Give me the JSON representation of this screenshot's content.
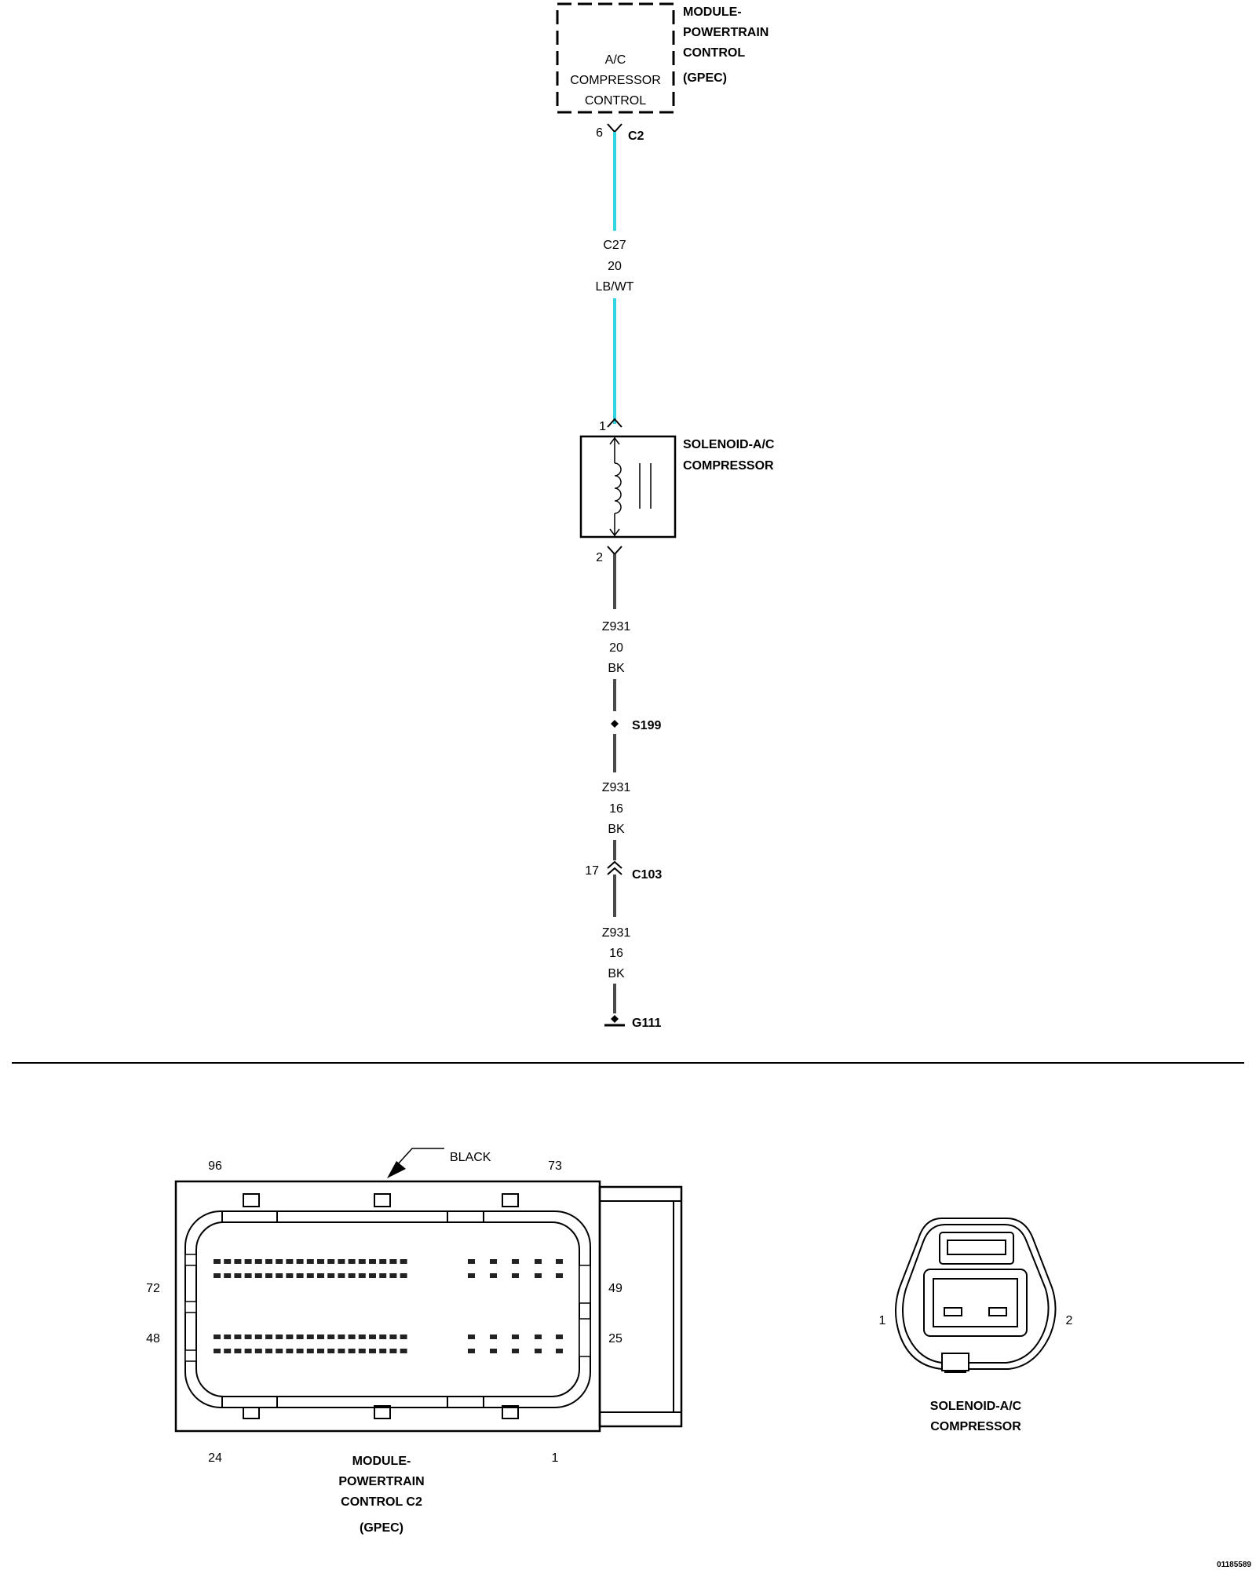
{
  "colors": {
    "wire_lbwt": "#33d6e0",
    "wire_bk": "#4a4a4a",
    "line": "#000000"
  },
  "pcm": {
    "title_lines": [
      "MODULE-",
      "POWERTRAIN",
      "CONTROL",
      "(GPEC)"
    ],
    "function_lines": [
      "A/C",
      "COMPRESSOR",
      "CONTROL"
    ],
    "pin": "6",
    "connector": "C2"
  },
  "wire_c27": {
    "circuit": "C27",
    "gauge": "20",
    "color": "LB/WT"
  },
  "solenoid": {
    "title_lines": [
      "SOLENOID-A/C",
      "COMPRESSOR"
    ],
    "pin_top": "1",
    "pin_bottom": "2"
  },
  "wire_z931_a": {
    "circuit": "Z931",
    "gauge": "20",
    "color": "BK"
  },
  "splice": {
    "id": "S199"
  },
  "wire_z931_b": {
    "circuit": "Z931",
    "gauge": "16",
    "color": "BK"
  },
  "inline_connector": {
    "pin": "17",
    "id": "C103"
  },
  "wire_z931_c": {
    "circuit": "Z931",
    "gauge": "16",
    "color": "BK"
  },
  "ground": {
    "id": "G111"
  },
  "pcm_connector_view": {
    "color_callout": "BLACK",
    "pin_labels": {
      "top_left": "96",
      "top_right": "73",
      "left_upper": "72",
      "left_lower": "48",
      "right_upper": "49",
      "right_lower": "25",
      "bottom_left": "24",
      "bottom_right": "1"
    },
    "title_lines": [
      "MODULE-",
      "POWERTRAIN",
      "CONTROL C2",
      "(GPEC)"
    ]
  },
  "solenoid_connector_view": {
    "pin_left": "1",
    "pin_right": "2",
    "title_lines": [
      "SOLENOID-A/C",
      "COMPRESSOR"
    ]
  },
  "figure_number": "01185589"
}
